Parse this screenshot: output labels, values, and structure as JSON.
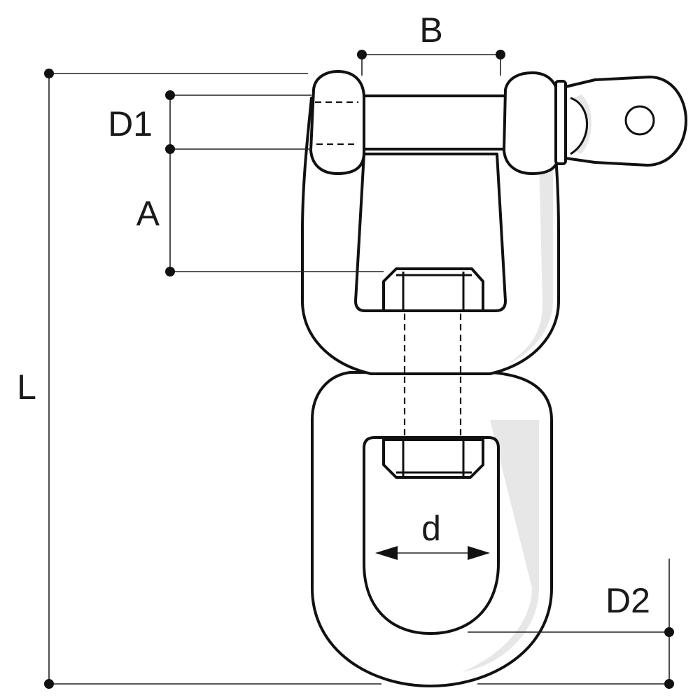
{
  "dimensions": {
    "B": "B",
    "D1": "D1",
    "A": "A",
    "L": "L",
    "d": "d",
    "D2": "D2"
  }
}
